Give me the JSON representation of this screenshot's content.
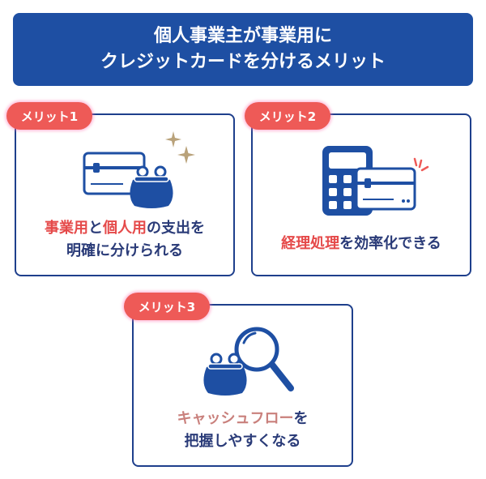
{
  "header": {
    "line1": "個人事業主が事業用に",
    "line2": "クレジットカードを分けるメリット"
  },
  "merits": [
    {
      "badge": "メリット1",
      "caption_parts": [
        "事業用",
        "と",
        "個人用",
        "の支出を"
      ],
      "caption_line2": "明確に分けられる"
    },
    {
      "badge": "メリット2",
      "caption_parts": [
        "経理処理",
        "を効率化できる"
      ]
    },
    {
      "badge": "メリット3",
      "caption_parts": [
        "キャッシュフロー",
        "を"
      ],
      "caption_line2": "把握しやすくなる"
    }
  ],
  "colors": {
    "navy": "#1e4fa3",
    "dark_navy": "#2a3b78",
    "accent_red": "#ee5a57",
    "highlight_red": "#e54a4a",
    "sparkle_gold": "#b9a27a"
  },
  "icons": [
    "credit-card-icon",
    "coin-purse-icon",
    "sparkle-icon",
    "calculator-icon",
    "magnifier-icon"
  ]
}
